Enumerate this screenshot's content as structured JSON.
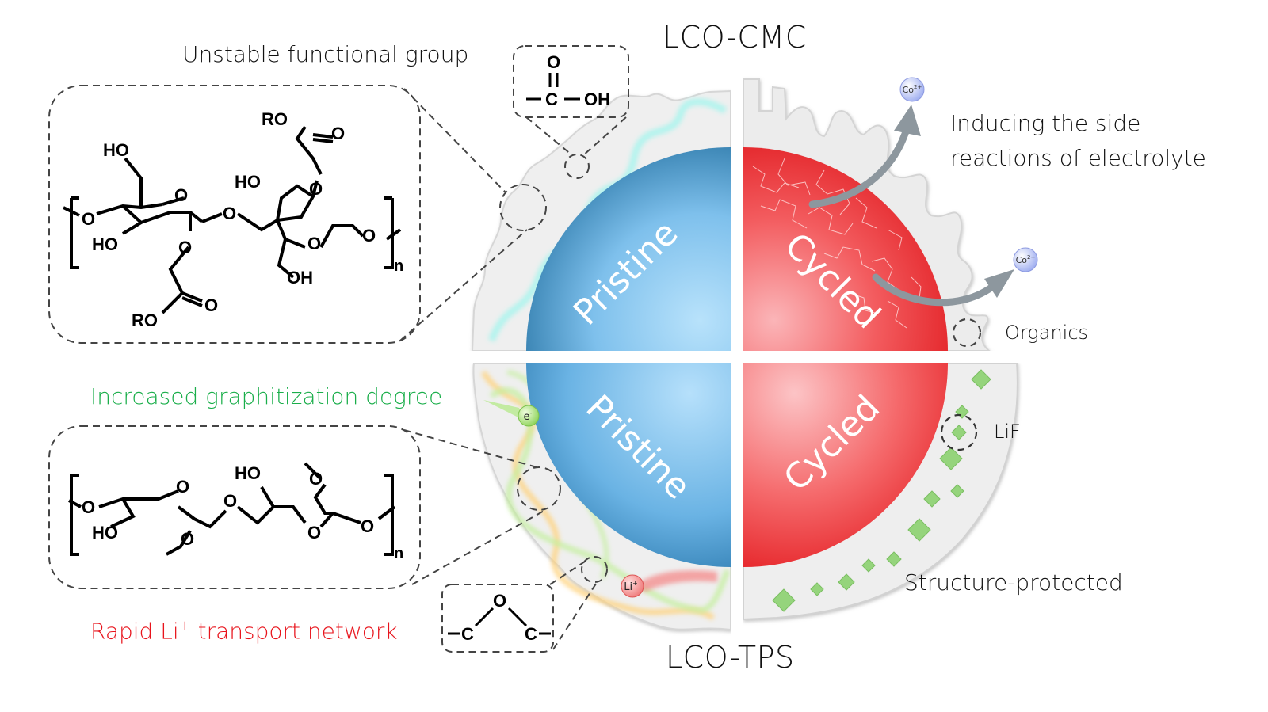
{
  "figure": {
    "top_title": "LCO-CMC",
    "bottom_title": "LCO-TPS"
  },
  "quadrants": {
    "top_left": "Pristine",
    "top_right": "Cycled",
    "bottom_left": "Pristine",
    "bottom_right": "Cycled"
  },
  "annotations": {
    "unstable_group": "Unstable functional group",
    "side_reactions_line1": "Inducing the side",
    "side_reactions_line2": "reactions of electrolyte",
    "organics": "Organics",
    "graphitization": "Increased graphitization degree",
    "lif": "LiF",
    "structure_protected": "Structure-protected",
    "li_transport_prefix": "Rapid Li",
    "li_transport_sup": "+",
    "li_transport_suffix": " transport network"
  },
  "particles": {
    "co_ion": "Co",
    "co_ion_sup": "2+",
    "electron": "e",
    "electron_sup": "-",
    "lithium_ion": "Li",
    "lithium_ion_sup": "+"
  },
  "chem": {
    "cmc": {
      "ro_top": "RO",
      "o_top": "O",
      "ho_top": "HO",
      "ho_mid": "HO",
      "o_ring1": "O",
      "o_link": "O",
      "o_ring2": "O",
      "o_sub1": "O",
      "o_sub2": "O",
      "ho_low": "HO",
      "oh_low": "OH",
      "ro_bottom": "RO",
      "o_bottom": "O",
      "o_left": "O",
      "o_right": "O",
      "n": "n"
    },
    "carboxyl": {
      "o": "O",
      "c": "C",
      "oh": "OH"
    },
    "tps": {
      "o_left": "O",
      "ho_low": "HO",
      "o_ring1": "O",
      "o_sub": "O",
      "o_link": "O",
      "ho_top": "HO",
      "o_top": "O",
      "o_ring2": "O",
      "o_right": "O",
      "n": "n"
    },
    "ether": {
      "o": "O",
      "c1": "C",
      "c2": "C"
    }
  },
  "colors": {
    "pristine_blue": "#4a9fd6",
    "cycled_red": "#f03a3a",
    "graphitization_green": "#1aae4a",
    "transport_red": "#e8141c",
    "lif_green": "#8fd17a",
    "co_ion": "#b9c4f5"
  }
}
